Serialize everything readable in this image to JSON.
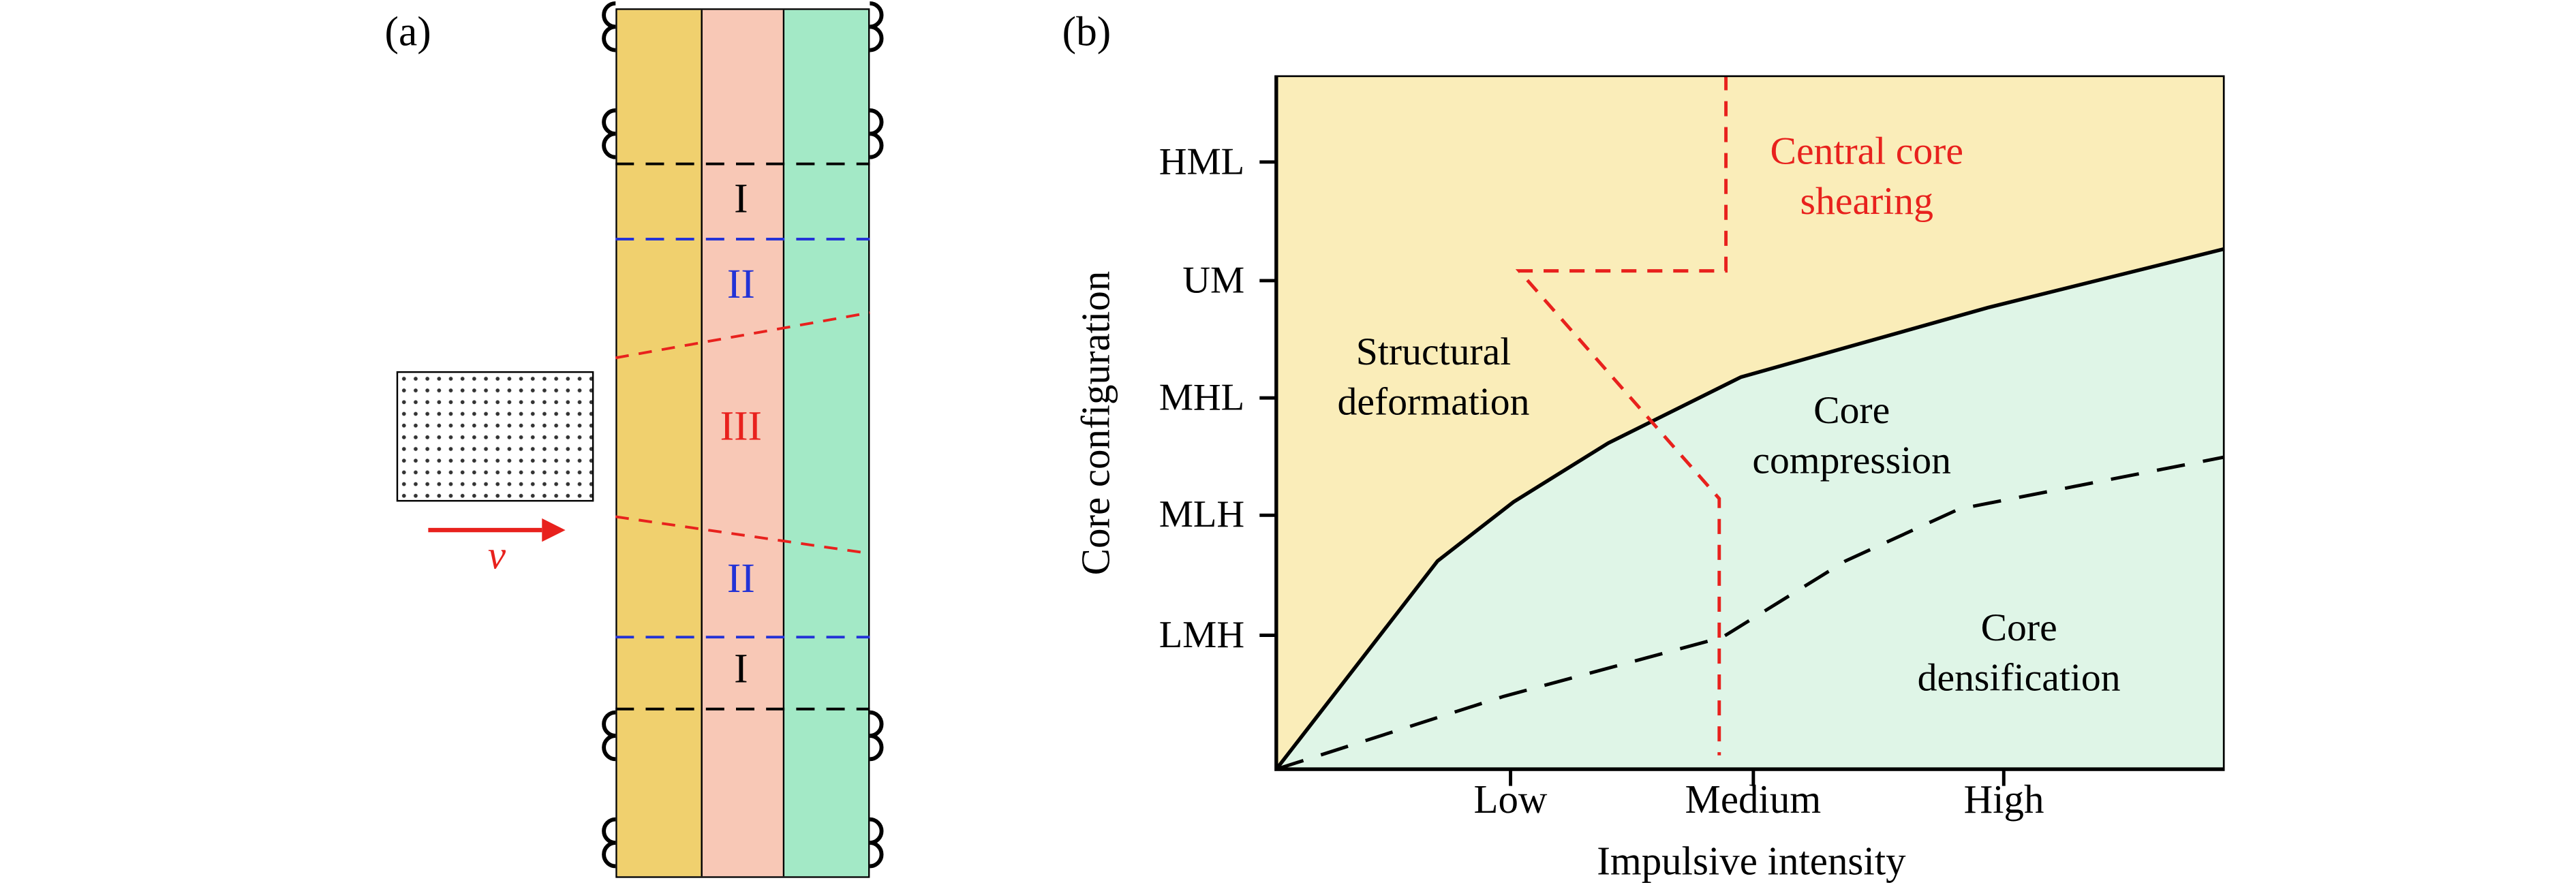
{
  "figure": {
    "panel_a": {
      "label": "(a)",
      "velocity_label": "v",
      "layers": [
        {
          "name": "front-face-sheet",
          "color": "#F0D06E"
        },
        {
          "name": "graded-core",
          "color": "#F8C8B6"
        },
        {
          "name": "back-face-sheet",
          "color": "#A3E9C6"
        }
      ],
      "zones": [
        {
          "label": "I",
          "color": "#000000"
        },
        {
          "label": "II",
          "color": "#2433D6"
        },
        {
          "label": "III",
          "color": "#E8211D"
        },
        {
          "label": "II",
          "color": "#2433D6"
        },
        {
          "label": "I",
          "color": "#000000"
        }
      ],
      "zone_line_colors": {
        "outer": "#000000",
        "middle": "#2433D6",
        "inner": "#E8211D"
      }
    },
    "panel_b": {
      "label": "(b)"
    }
  },
  "chart_data": {
    "type": "line",
    "subtype": "phase-map",
    "title": "",
    "xlabel": "Impulsive intensity",
    "ylabel": "Core configuration",
    "x_ticks": [
      "Low",
      "Medium",
      "High"
    ],
    "x_tick_positions": [
      0.247,
      0.503,
      0.767
    ],
    "y_ticks": [
      "HML",
      "UM",
      "MHL",
      "MLH",
      "LMH"
    ],
    "y_tick_positions": [
      0.875,
      0.704,
      0.535,
      0.366,
      0.193
    ],
    "xlim": [
      0,
      1
    ],
    "ylim": [
      0,
      1
    ],
    "grid": false,
    "regions": [
      {
        "name": "structural-deformation",
        "label_lines": [
          "Structural",
          "deformation"
        ],
        "color": "#FAEDB9",
        "text_color": "#000000"
      },
      {
        "name": "core-compression",
        "label_lines": [
          "Core",
          "compression"
        ],
        "color": "#DFF5E7",
        "text_color": "#000000"
      },
      {
        "name": "core-densification",
        "label_lines": [
          "Core",
          "densification"
        ],
        "color": "#DFF5E7",
        "text_color": "#000000"
      }
    ],
    "boundaries": [
      {
        "name": "structural-core-boundary",
        "style": "solid",
        "color": "#000000",
        "points": [
          [
            0,
            0
          ],
          [
            0.17,
            0.3
          ],
          [
            0.25,
            0.385
          ],
          [
            0.35,
            0.47
          ],
          [
            0.49,
            0.565
          ],
          [
            0.75,
            0.665
          ],
          [
            1,
            0.75
          ]
        ]
      },
      {
        "name": "compression-densification-boundary",
        "style": "dashed",
        "color": "#000000",
        "points": [
          [
            0,
            0
          ],
          [
            0.24,
            0.105
          ],
          [
            0.47,
            0.19
          ],
          [
            0.6,
            0.3
          ],
          [
            0.72,
            0.375
          ],
          [
            1,
            0.45
          ]
        ]
      },
      {
        "name": "central-core-shearing-boundary",
        "style": "dashed",
        "color": "#E8211D",
        "points": [
          [
            0.474,
            1
          ],
          [
            0.474,
            0.718
          ],
          [
            0.256,
            0.718
          ],
          [
            0.467,
            0.39
          ],
          [
            0.467,
            0.02
          ]
        ]
      }
    ],
    "annotations": [
      {
        "text_lines": [
          "Central core",
          "shearing"
        ],
        "color": "#E8211D"
      }
    ]
  }
}
